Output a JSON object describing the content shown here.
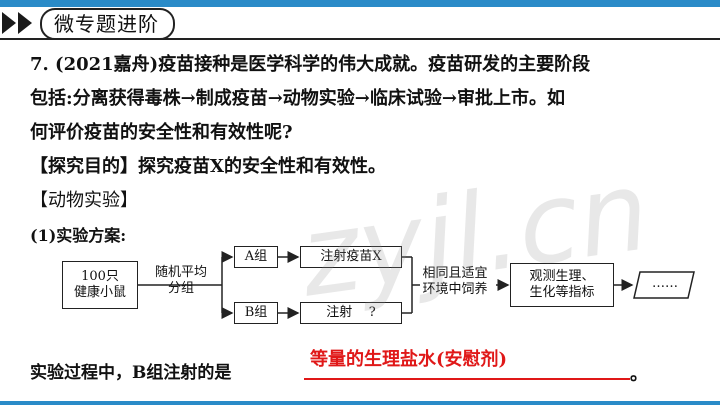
{
  "header": {
    "title": "微专题进阶"
  },
  "question": {
    "line1": "7.  (2021嘉舟)疫苗接种是医学科学的伟大成就。疫苗研发的主要阶段",
    "line2": "包括:分离获得毒株→制成疫苗→动物实验→临床试验→审批上市。如",
    "line3": "何评价疫苗的安全性和有效性呢?",
    "purpose": "【探究目的】探究疫苗X的安全性和有效性。",
    "section": "【动物实验】",
    "plan": "(1)实验方案:"
  },
  "diagram": {
    "start": "100只\n健康小鼠",
    "split": "随机平均\n分组",
    "groupA": "A组",
    "groupB": "B组",
    "treatA": "注射疫苗X",
    "treatB": "注射    ?",
    "env": "相同且适宜\n环境中饲养",
    "observe": "观测生理、\n生化等指标",
    "result": "……"
  },
  "answer": {
    "label": "实验过程中，B组注射的是",
    "value": "等量的生理盐水(安慰剂)",
    "period": "。"
  },
  "watermark": "zyjl.cn"
}
